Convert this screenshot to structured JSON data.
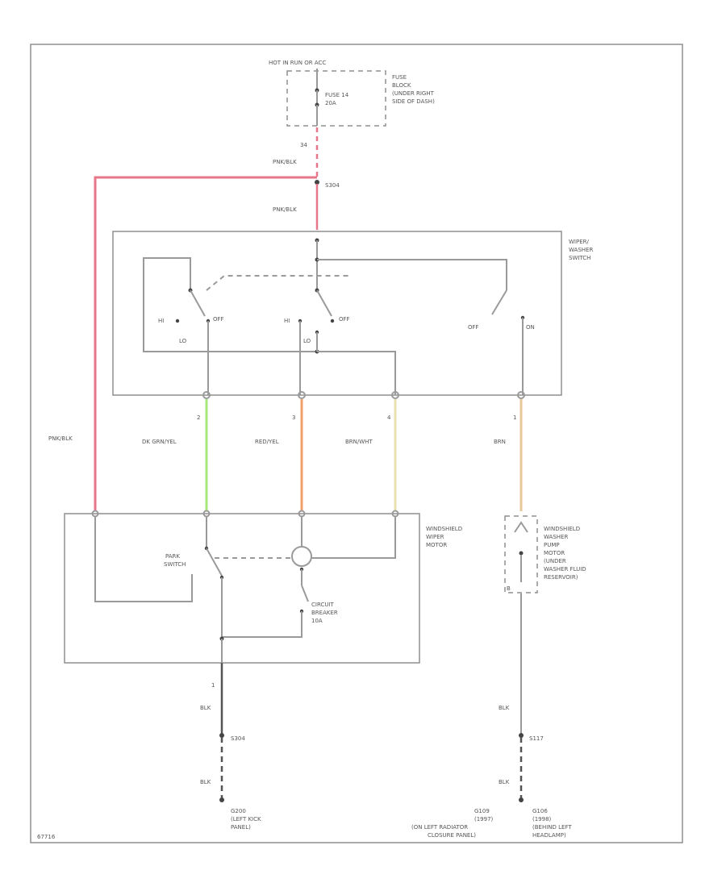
{
  "power": {
    "source": "HOT IN RUN OR ACC"
  },
  "fuse": {
    "name": "FUSE 14",
    "rating": "20A",
    "location": [
      "FUSE",
      "BLOCK",
      "(UNDER RIGHT",
      "SIDE OF DASH)"
    ]
  },
  "top_wire": {
    "number": "34",
    "color": "PNK/BLK"
  },
  "splice": {
    "name": "S304",
    "color_below": "PNK/BLK"
  },
  "switch": {
    "name": [
      "WIPER/",
      "WASHER",
      "SWITCH"
    ],
    "labels": {
      "hi1": "HI",
      "off1": "OFF",
      "lo1": "LO",
      "hi2": "HI",
      "off2": "OFF",
      "lo2": "LO",
      "off3": "OFF",
      "on3": "ON"
    }
  },
  "pins": {
    "p2": "2",
    "p3": "3",
    "p4": "4",
    "p1": "1"
  },
  "wires": {
    "left_long": "PNK/BLK",
    "w1": "DK GRN/YEL",
    "w2": "RED/YEL",
    "w3": "BRN/WHT",
    "w4": "BRN"
  },
  "motor": {
    "name": [
      "WINDSHIELD",
      "WIPER",
      "MOTOR"
    ],
    "park_switch": [
      "PARK",
      "SWITCH"
    ],
    "breaker": [
      "CIRCUIT",
      "BREAKER",
      "10A"
    ]
  },
  "pump": {
    "name": [
      "WINDSHIELD",
      "WASHER",
      "PUMP",
      "MOTOR",
      "(UNDER",
      "WASHER FLUID",
      "RESERVOIR)"
    ],
    "pin": "B"
  },
  "ground_left": {
    "pin": "1",
    "color_upper": "BLK",
    "splice": "S304",
    "color_lower": "BLK",
    "ground": [
      "G200",
      "(LEFT KICK",
      "PANEL)"
    ]
  },
  "ground_right": {
    "color_upper": "BLK",
    "splice": "S117",
    "color_lower": "BLK",
    "ground_a": [
      "G109",
      "(1997)",
      "(ON LEFT RADIATOR",
      "CLOSURE PANEL)"
    ],
    "ground_b": [
      "G106",
      "(1998)",
      "(BEHIND LEFT",
      "HEADLAMP)"
    ]
  },
  "diagram_id": "67716",
  "colors": {
    "pnk_blk": "#e8768a",
    "dk_grn_yel": "#a8e878",
    "red_yel": "#f0a068",
    "brn_wht": "#e8e0b0",
    "brn": "#e8c89a",
    "line": "#9a9a9a"
  }
}
